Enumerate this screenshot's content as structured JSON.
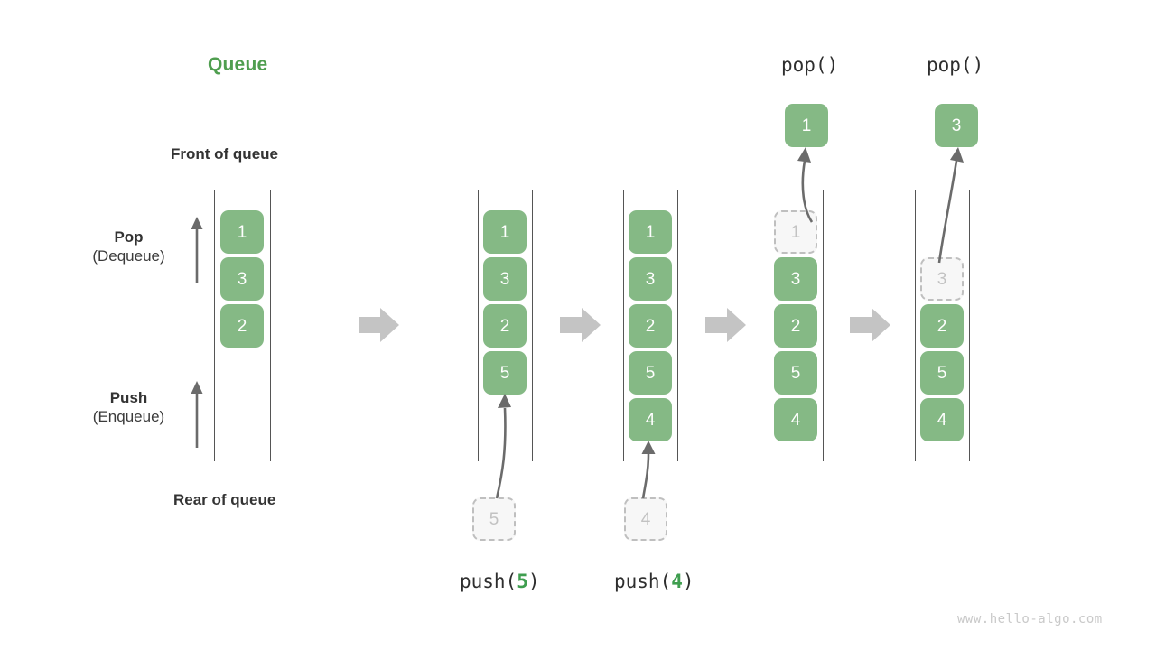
{
  "title": "Queue",
  "labels": {
    "front_of_queue": "Front of queue",
    "rear_of_queue": "Rear of queue",
    "pop_main": "Pop",
    "pop_sub": "(Dequeue)",
    "push_main": "Push",
    "push_sub": "(Enqueue)"
  },
  "colors": {
    "accent_green": "#4f9e4f",
    "cell_green": "#85b985",
    "ghost_fill": "#f7f7f7",
    "ghost_border": "#bfbfbf",
    "ghost_text": "#c2c2c2",
    "rail": "#555555",
    "arrow_gray": "#6b6b6b",
    "step_arrow": "#c4c4c4",
    "watermark": "#c9c9c9",
    "text": "#333333"
  },
  "stages": [
    {
      "id": "initial",
      "cells": [
        "1",
        "3",
        "2"
      ],
      "ghost_index": null,
      "incoming": null,
      "operation": null,
      "output": null
    },
    {
      "id": "after-push-5",
      "cells": [
        "1",
        "3",
        "2",
        "5"
      ],
      "ghost_index": null,
      "incoming": "5",
      "operation": {
        "fn": "push",
        "open": "(",
        "arg": "5",
        "close": ")"
      },
      "output": null
    },
    {
      "id": "after-push-4",
      "cells": [
        "1",
        "3",
        "2",
        "5",
        "4"
      ],
      "ghost_index": null,
      "incoming": "4",
      "operation": {
        "fn": "push",
        "open": "(",
        "arg": "4",
        "close": ")"
      },
      "output": null
    },
    {
      "id": "after-pop-1",
      "cells": [
        "1",
        "3",
        "2",
        "5",
        "4"
      ],
      "ghost_index": 0,
      "incoming": null,
      "operation": {
        "fn": "pop",
        "open": "(",
        "arg": "",
        "close": ")"
      },
      "output": "1"
    },
    {
      "id": "after-pop-3",
      "cells": [
        "3",
        "2",
        "5",
        "4"
      ],
      "ghost_index": 0,
      "incoming": null,
      "operation": {
        "fn": "pop",
        "open": "(",
        "arg": "",
        "close": ")"
      },
      "output": "3"
    }
  ],
  "step_arrows": 4,
  "watermark": "www.hello-algo.com"
}
